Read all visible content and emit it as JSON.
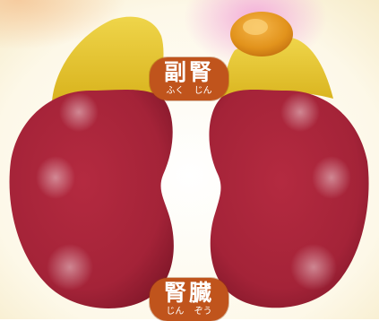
{
  "labels": {
    "adrenal": {
      "kanji": "副腎",
      "ruby": "ふく じん"
    },
    "kidney": {
      "kanji": "腎臓",
      "ruby": "じん ぞう"
    }
  },
  "colors": {
    "kidney": "#a8233a",
    "adrenal": "#e2c42a",
    "label_background": "#c0541c",
    "background": "#fbf4dc"
  }
}
